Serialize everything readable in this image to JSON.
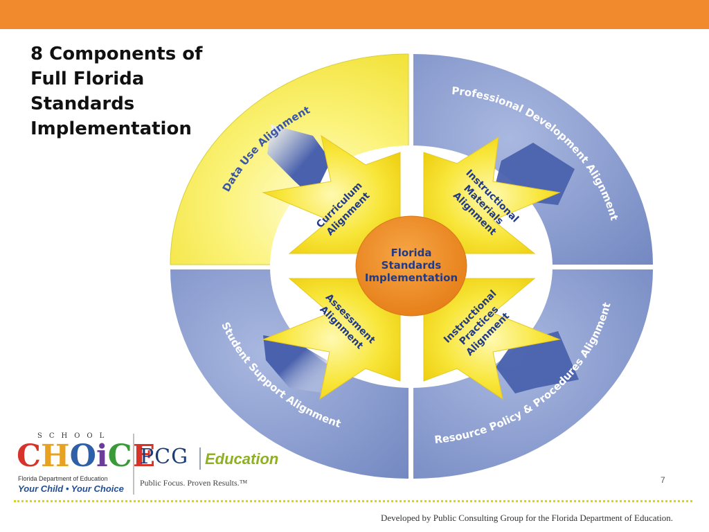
{
  "slide": {
    "title_lines": [
      "8 Components of",
      "Full Florida",
      "Standards",
      "Implementation"
    ],
    "page_number": "7",
    "footer_credit": "Developed by Public Consulting Group for the Florida Department of Education."
  },
  "diagram": {
    "center": "Florida Standards Implementation",
    "center_lines": [
      "Florida",
      "Standards",
      "Implementation"
    ],
    "outer": [
      {
        "id": "data-use",
        "label": "Data Use Alignment",
        "color": "#f7ee5a"
      },
      {
        "id": "professional-development",
        "label": "Professional Development Alignment",
        "color": "#7f93c8"
      },
      {
        "id": "resource-policy",
        "label": "Resource Policy & Procedures Alignment",
        "color": "#7f93c8"
      },
      {
        "id": "student-support",
        "label": "Student Support Alignment",
        "color": "#7f93c8"
      }
    ],
    "inner": [
      {
        "id": "curriculum",
        "lines": [
          "Curriculum",
          "Alignment"
        ]
      },
      {
        "id": "instructional-materials",
        "lines": [
          "Instructional",
          "Materials",
          "Alignment"
        ]
      },
      {
        "id": "assessment",
        "lines": [
          "Assessment",
          "Alignment"
        ]
      },
      {
        "id": "instructional-practices",
        "lines": [
          "Instructional",
          "Practices",
          "Alignment"
        ]
      }
    ],
    "colors": {
      "yellow_star": "#f5df1e",
      "blue_arrow": "#4a62ad",
      "center_orange": "#ef8b22",
      "label_navy": "#223a86"
    }
  },
  "logos": {
    "school_choice": {
      "top_word": "SCHOOL",
      "letters": [
        {
          "ch": "C",
          "color": "#d6342b"
        },
        {
          "ch": "H",
          "color": "#e8a221"
        },
        {
          "ch": "O",
          "color": "#2f5fa7"
        },
        {
          "ch": "i",
          "color": "#6a3e98"
        },
        {
          "ch": "C",
          "color": "#3a9a3a"
        },
        {
          "ch": "E",
          "color": "#d6342b"
        }
      ],
      "department": "Florida Department of Education",
      "tagline": "Your Child • Your Choice"
    },
    "pcg": {
      "name": "PCG",
      "division": "Education",
      "tagline": "Public Focus. Proven Results.™"
    }
  }
}
